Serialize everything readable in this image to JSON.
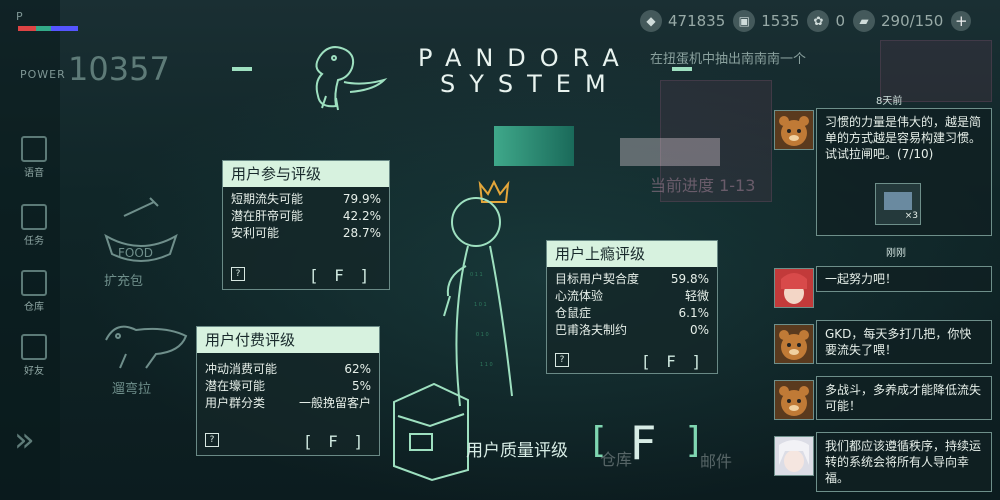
{
  "colors": {
    "accent": "#9ee0c0",
    "panel_head": "#d7f2df",
    "crown": "#e4a63a"
  },
  "power": {
    "p_label": "P",
    "label": "POWER",
    "value": "10357"
  },
  "resources": [
    {
      "icon": "gem-icon",
      "value": "471835"
    },
    {
      "icon": "ticket-icon",
      "value": "1535"
    },
    {
      "icon": "gear-coin-icon",
      "value": "0"
    },
    {
      "icon": "stamina-icon",
      "value": "290/150"
    }
  ],
  "ticker": "在扭蛋机中抽出南南南一个",
  "title": {
    "line1": "PANDORA",
    "line2": "SYSTEM"
  },
  "nav": [
    {
      "label": "语音",
      "icon": "fish-icon"
    },
    {
      "label": "任务",
      "icon": "task-icon"
    },
    {
      "label": "仓库",
      "icon": "box-icon"
    },
    {
      "label": "好友",
      "icon": "friends-icon"
    }
  ],
  "decor_text": {
    "food_label": "FOOD",
    "food_caption": "扩充包",
    "dog_caption": "遛弯拉",
    "bg_progress": "当前进度 1-13",
    "bg_warehouse": "仓库",
    "bg_mail": "邮件"
  },
  "participation": {
    "title": "用户参与评级",
    "rows": [
      {
        "label": "短期流失可能",
        "value": "79.9%"
      },
      {
        "label": "潜在肝帝可能",
        "value": "42.2%"
      },
      {
        "label": "安利可能",
        "value": "28.7%"
      }
    ],
    "help": "?",
    "grade": "F"
  },
  "addiction": {
    "title": "用户上瘾评级",
    "rows": [
      {
        "label": "目标用户契合度",
        "value": "59.8%"
      },
      {
        "label": "心流体验",
        "value": "轻微"
      },
      {
        "label": "仓鼠症",
        "value": "6.1%"
      },
      {
        "label": "巴甫洛夫制约",
        "value": "0%"
      }
    ],
    "help": "?",
    "grade": "F"
  },
  "payment": {
    "title": "用户付费评级",
    "rows": [
      {
        "label": "冲动消费可能",
        "value": "62%"
      },
      {
        "label": "潜在壕可能",
        "value": "5%"
      },
      {
        "label": "用户群分类",
        "value": "一般挽留客户"
      }
    ],
    "help": "?",
    "grade": "F"
  },
  "quality": {
    "label": "用户质量评级",
    "grade": "F"
  },
  "chat": {
    "time1": "8天前",
    "time2": "刚刚",
    "messages": [
      {
        "avatar": "bear-avatar",
        "text": "习惯的力量是伟大的，越是简单的方式越是容易构建习惯。试试拉闸吧。(7/10)",
        "reward_count": "×3"
      },
      {
        "avatar": "redhair-avatar",
        "text": "一起努力吧！"
      },
      {
        "avatar": "bear-avatar",
        "text": "GKD，每天多打几把，你快要流失了喂！"
      },
      {
        "avatar": "bear-avatar",
        "text": "多战斗，多养成才能降低流失可能！"
      },
      {
        "avatar": "whitehair-avatar",
        "text": "我们都应该遵循秩序，持续运转的系统会将所有人导向幸福。"
      }
    ]
  }
}
